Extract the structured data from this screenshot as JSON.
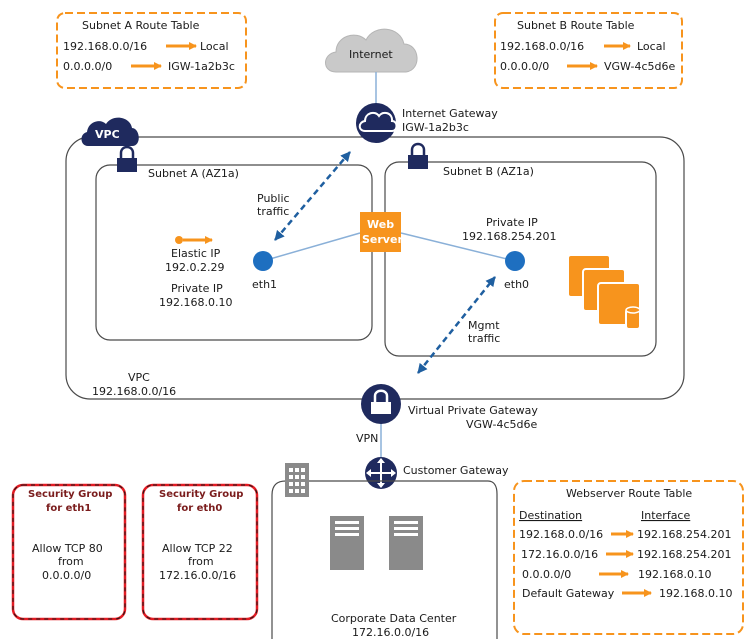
{
  "subnet_a_route_table": {
    "title": "Subnet A Route Table",
    "routes": [
      {
        "destination": "192.168.0.0/16",
        "target": "Local"
      },
      {
        "destination": "0.0.0.0/0",
        "target": "IGW-1a2b3c"
      }
    ]
  },
  "subnet_b_route_table": {
    "title": "Subnet B Route Table",
    "routes": [
      {
        "destination": "192.168.0.0/16",
        "target": "Local"
      },
      {
        "destination": "0.0.0.0/0",
        "target": "VGW-4c5d6e"
      }
    ]
  },
  "internet": {
    "label": "Internet"
  },
  "internet_gateway": {
    "name": "Internet Gateway",
    "id": "IGW-1a2b3c"
  },
  "vpc": {
    "badge": "VPC",
    "label": "VPC",
    "cidr": "192.168.0.0/16"
  },
  "subnet_a": {
    "label": "Subnet A (AZ1a)"
  },
  "subnet_b": {
    "label": "Subnet B (AZ1a)"
  },
  "public_traffic": {
    "line1": "Public",
    "line2": "traffic"
  },
  "mgmt_traffic": {
    "line1": "Mgmt",
    "line2": "traffic"
  },
  "web_server": {
    "line1": "Web",
    "line2": "Server"
  },
  "elastic_ip": {
    "label": "Elastic IP",
    "value": "192.0.2.29"
  },
  "private_ip_a": {
    "label": "Private IP",
    "value": "192.168.0.10"
  },
  "private_ip_b": {
    "label": "Private IP",
    "value": "192.168.254.201"
  },
  "eth1": {
    "label": "eth1"
  },
  "eth0": {
    "label": "eth0"
  },
  "vpn_gateway": {
    "name": "Virtual  Private Gateway",
    "id": "VGW-4c5d6e"
  },
  "vpn": {
    "label": "VPN"
  },
  "customer_gateway": {
    "label": "Customer Gateway"
  },
  "security_group_eth1": {
    "title1": "Security Group",
    "title2": "for eth1",
    "rule1": "Allow TCP 80",
    "rule2": "from",
    "rule3": "0.0.0.0/0"
  },
  "security_group_eth0": {
    "title1": "Security Group",
    "title2": "for eth0",
    "rule1": "Allow TCP 22",
    "rule2": "from",
    "rule3": "172.16.0.0/16"
  },
  "corporate_dc": {
    "label": "Corporate Data Center",
    "cidr": "172.16.0.0/16"
  },
  "webserver_route_table": {
    "title": "Webserver Route Table",
    "col_destination": "Destination",
    "col_interface": "Interface",
    "routes": [
      {
        "destination": "192.168.0.0/16",
        "interface": "192.168.254.201"
      },
      {
        "destination": "172.16.0.0/16",
        "interface": "192.168.254.201"
      },
      {
        "destination": "0.0.0.0/0",
        "interface": "192.168.0.10"
      },
      {
        "destination": "Default Gateway",
        "interface": "192.168.0.10"
      }
    ]
  },
  "colors": {
    "orange": "#f7941d",
    "navy": "#1f2a5e",
    "blue": "#1e6fc0",
    "red": "#e31b23",
    "gray": "#8a8a8a"
  }
}
